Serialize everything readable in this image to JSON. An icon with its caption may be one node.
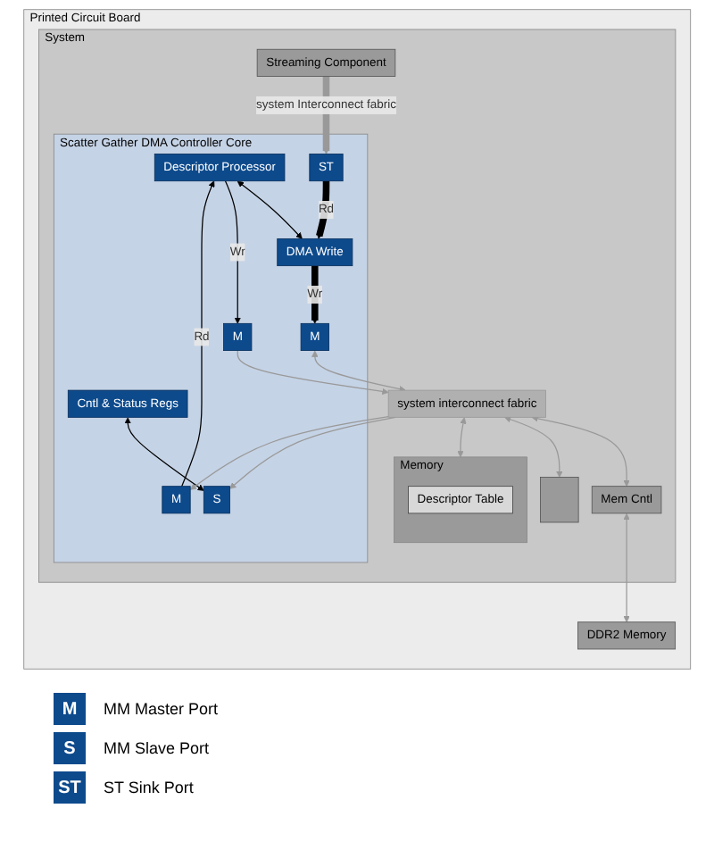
{
  "diagram": {
    "nodes": [
      {
        "text": [
          "Printed Circuit Board"
        ]
      },
      {
        "text": [
          "System"
        ],
        "in": 0
      },
      {
        "text": [
          "Scatter Gather DMA Controller Core"
        ],
        "in": 1
      },
      {
        "text": [
          "Cntl & Status Regs"
        ],
        "in": 2
      },
      {
        "text": [
          "Descriptor Processor"
        ],
        "in": 2
      },
      {
        "text": [
          "DMA Write"
        ],
        "in": 2
      },
      {
        "text": [
          "S"
        ],
        "in": 2
      },
      {
        "text": [
          "M"
        ],
        "in": 2
      },
      {
        "text": [
          "M"
        ],
        "in": 2
      },
      {
        "text": [
          "M"
        ],
        "in": 2
      },
      {
        "text": [
          "ST"
        ],
        "in": 2
      },
      {
        "text": [
          "system interconnect fabric"
        ],
        "in": 1
      },
      {
        "text": [
          "Mem Cntl"
        ],
        "in": 1
      },
      {
        "text": [
          "Memory"
        ],
        "in": 1
      },
      {
        "text": [
          "Descriptor Table"
        ],
        "in": 13
      },
      {
        "text": [],
        "shape": "box",
        "in": 1
      },
      {
        "text": [
          "Streaming Component"
        ],
        "in": 1
      },
      {
        "text": [
          "DDR2 Memory"
        ],
        "in": 0
      }
    ],
    "edges": [
      {
        "from": 4,
        "to": 5,
        "arrow": "both",
        "color": "#000000"
      },
      {
        "from": 3,
        "to": 6,
        "arrow": "both",
        "color": "#000000"
      },
      {
        "from": 7,
        "to": 4,
        "arrow": "to",
        "label": "Rd",
        "color": "#000000"
      },
      {
        "from": 4,
        "to": 8,
        "arrow": "to",
        "label": "Wr",
        "color": "#000000"
      },
      {
        "from": 5,
        "to": 9,
        "arrow": "to",
        "label": "Wr",
        "style": "thick",
        "color": "#000000"
      },
      {
        "from": 10,
        "to": 5,
        "arrow": "to",
        "label": "Rd",
        "style": "thick",
        "color": "#000000"
      },
      {
        "from": 11,
        "to": 6,
        "arrow": "to"
      },
      {
        "from": 11,
        "to": 7,
        "arrow": "to"
      },
      {
        "from": 8,
        "to": 11,
        "arrow": "to"
      },
      {
        "from": 9,
        "to": 11,
        "arrow": "both"
      },
      {
        "from": 16,
        "to": 10,
        "arrow": "to",
        "label": "system Interconnect fabric",
        "style": "thick"
      },
      {
        "from": 11,
        "to": 12,
        "arrow": "both"
      },
      {
        "from": 11,
        "to": 13,
        "arrow": "both"
      },
      {
        "from": 11,
        "to": 15,
        "arrow": "both"
      },
      {
        "from": 12,
        "to": 17,
        "arrow": "both"
      }
    ],
    "legend": [
      {
        "text": "MM Master Port",
        "color": "#0d4a8c"
      },
      {
        "text": "MM Slave Port",
        "color": "#0d4a8c"
      },
      {
        "text": "ST Sink Port",
        "color": "#0d4a8c"
      }
    ],
    "labels": [
      "M",
      "S",
      "ST"
    ]
  }
}
